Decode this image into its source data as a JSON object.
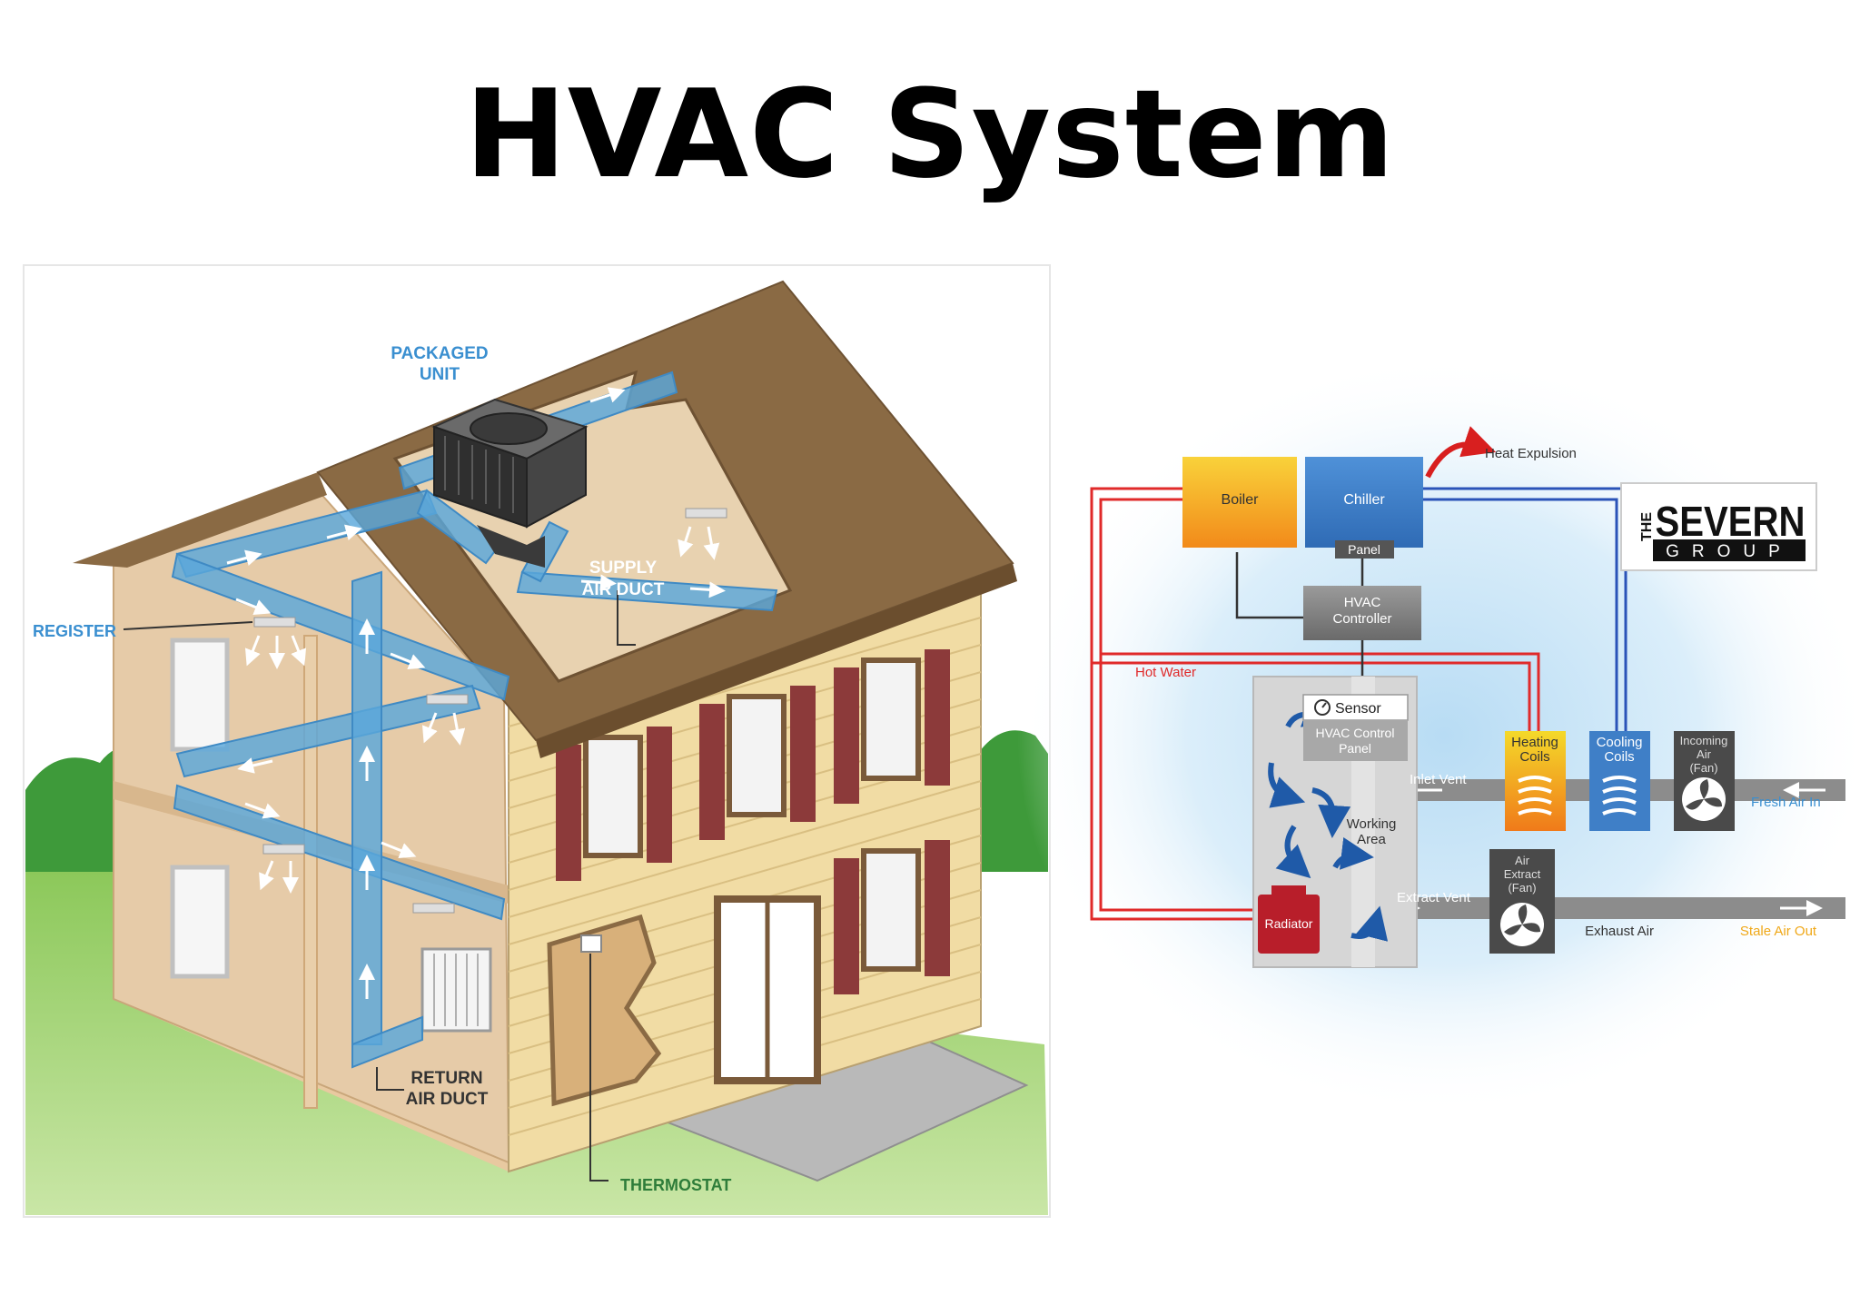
{
  "title": "HVAC System",
  "house": {
    "packaged_unit": [
      "PACKAGED",
      "UNIT"
    ],
    "supply_duct": [
      "SUPPLY",
      "AIR DUCT"
    ],
    "register": "REGISTER",
    "return_duct": [
      "RETURN",
      "AIR DUCT"
    ],
    "thermostat": "THERMOSTAT"
  },
  "system": {
    "boiler": "Boiler",
    "chiller": "Chiller",
    "panel": "Panel",
    "heat_expulsion": "Heat Expulsion",
    "hvac_controller": [
      "HVAC",
      "Controller"
    ],
    "hot_water": "Hot Water",
    "sensor": "Sensor",
    "control_panel": [
      "HVAC Control",
      "Panel"
    ],
    "working_area": [
      "Working",
      "Area"
    ],
    "radiator": "Radiator",
    "heating_coils": [
      "Heating",
      "Coils"
    ],
    "cooling_coils": [
      "Cooling",
      "Coils"
    ],
    "incoming_air": [
      "Incoming",
      "Air",
      "(Fan)"
    ],
    "fresh_air_in": "Fresh Air In",
    "inlet_vent": "Inlet Vent",
    "extract_vent": "Extract Vent",
    "air_extract": [
      "Air",
      "Extract",
      "(Fan)"
    ],
    "exhaust_air": "Exhaust Air",
    "stale_air_out": "Stale Air Out",
    "logo_the": "THE",
    "logo_severn": "SEVERN",
    "logo_group": "GROUP"
  },
  "colors": {
    "duct_blue": "#5aa7da",
    "label_blue": "#3a8fd0",
    "thermostat_green": "#2f7d3a",
    "roof": "#8a6a44",
    "siding": "#f3dc9e",
    "shutter": "#8c3a3a",
    "boiler": "#f4a21c",
    "chiller": "#3f7fc7",
    "hot_pipe": "#e02a2a",
    "cold_pipe": "#2a53b8",
    "radiator": "#b81e2a"
  }
}
